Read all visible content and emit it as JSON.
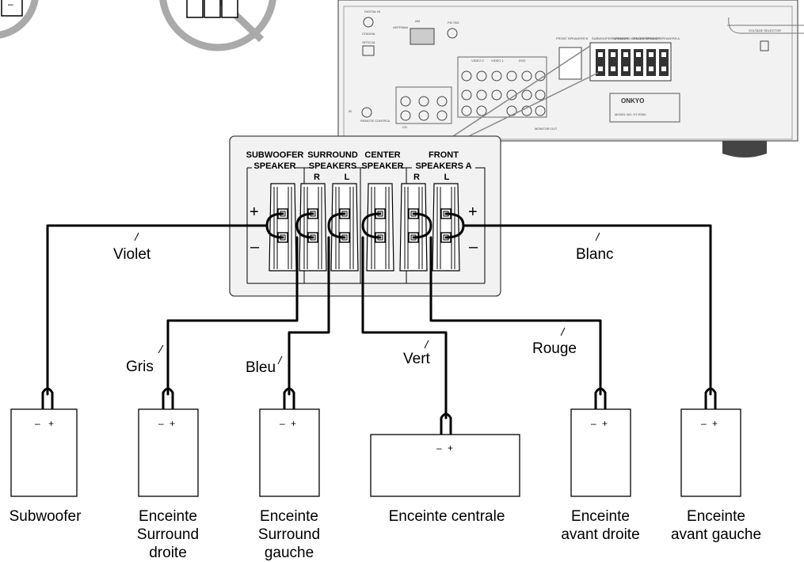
{
  "receiver": {
    "brand": "ONKYO",
    "model": "MODEL NO. HT-R330",
    "labels": {
      "antenna": "ANTENNA",
      "am": "AM",
      "fm": "FM 75Ω",
      "digital_in": "DIGITAL IN",
      "coaxial": "COAXIAL",
      "optical": "OPTICAL",
      "remote": "REMOTE CONTROL",
      "front_b": "FRONT SPEAKERS B",
      "voltage": "VOLTAGE SELECTOR",
      "video1": "VIDEO 1",
      "video2": "VIDEO 2",
      "dvd": "DVD",
      "cd": "CD",
      "monitor": "MONITOR OUT",
      "mini_sub": "SUBWOOFER SPEAKER",
      "mini_sur": "SURROUND SPEAKERS",
      "mini_cen": "CENTER SPEAKER",
      "mini_front": "FRONT SPEAKERS A"
    }
  },
  "terminal_panel": {
    "groups": [
      {
        "line1": "SUBWOOFER",
        "line2": "SPEAKER"
      },
      {
        "line1": "SURROUND",
        "line2": "SPEAKERS"
      },
      {
        "line1": "CENTER",
        "line2": "SPEAKER"
      },
      {
        "line1": "FRONT",
        "line2": "SPEAKERS A"
      }
    ],
    "channels": {
      "sur_r": "R",
      "sur_l": "L",
      "front_r": "R",
      "front_l": "L"
    },
    "plus": "+",
    "minus": "–"
  },
  "wires": {
    "violet": "Violet",
    "blanc": "Blanc",
    "gris": "Gris",
    "bleu": "Bleu",
    "vert": "Vert",
    "rouge": "Rouge"
  },
  "speakers": [
    {
      "lines": [
        "Subwoofer"
      ]
    },
    {
      "lines": [
        "Enceinte",
        "Surround",
        "droite"
      ]
    },
    {
      "lines": [
        "Enceinte",
        "Surround",
        "gauche"
      ]
    },
    {
      "lines": [
        "Enceinte centrale"
      ]
    },
    {
      "lines": [
        "Enceinte",
        "avant droite"
      ]
    },
    {
      "lines": [
        "Enceinte",
        "avant gauche"
      ]
    }
  ],
  "speaker_polarity": {
    "minus": "–",
    "plus": "+"
  }
}
